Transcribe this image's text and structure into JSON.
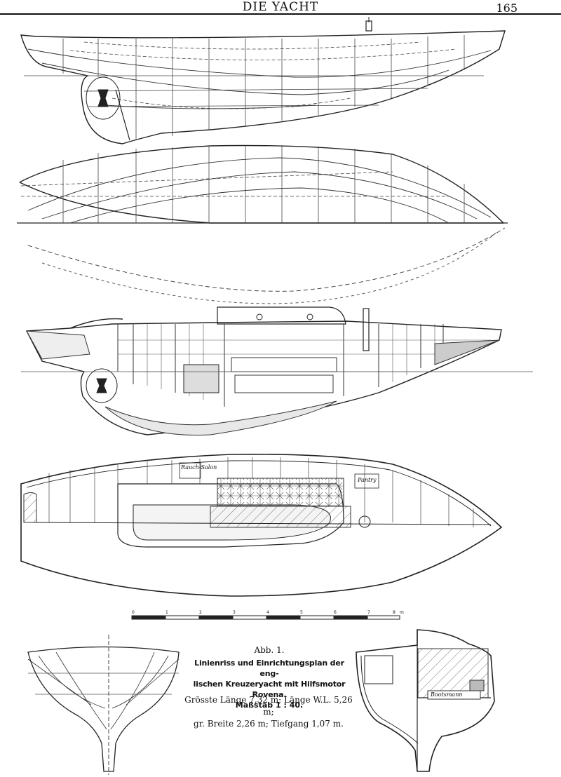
{
  "header": {
    "title": "DIE YACHT",
    "page_number": "165"
  },
  "plan_labels": {
    "label_1": "Pantry",
    "label_2": "Bootsmann",
    "label_3": "Rauch-Salon"
  },
  "scale_bar": {
    "ticks": [
      "0",
      "1",
      "2",
      "3",
      "4",
      "5",
      "6",
      "7",
      "8",
      "m"
    ]
  },
  "caption": {
    "figure": "Abb. 1.",
    "title_line_1": "Linienriss und Einrichtungsplan der eng-",
    "title_line_2": "lischen Kreuzeryacht mit Hilfsmotor Rovena.",
    "scale": "Maßstab 1 : 40.",
    "dims_line_1": "Grösste Länge 7,32 m; Länge W.L. 5,26 m;",
    "dims_line_2": "gr. Breite 2,26 m; Tiefgang 1,07 m."
  }
}
